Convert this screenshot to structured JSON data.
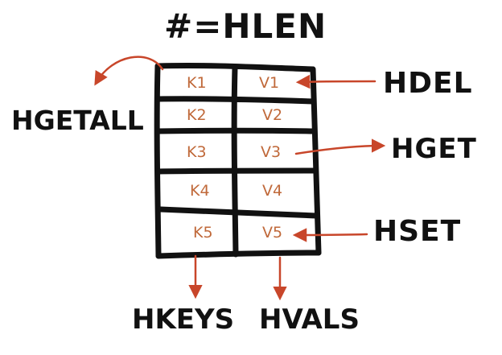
{
  "title": "#=HLEN",
  "commands": {
    "hgetall": "HGETALL",
    "hdel": "HDEL",
    "hget": "HGET",
    "hset": "HSET",
    "hkeys": "HKEYS",
    "hvals": "HVALS"
  },
  "table": {
    "rows": [
      {
        "key": "K1",
        "value": "V1"
      },
      {
        "key": "K2",
        "value": "V2"
      },
      {
        "key": "K3",
        "value": "V3"
      },
      {
        "key": "K4",
        "value": "V4"
      },
      {
        "key": "K5",
        "value": "V5"
      }
    ]
  },
  "colors": {
    "ink": "#111111",
    "accent": "#c8462a",
    "cell_text": "#c0693a"
  }
}
